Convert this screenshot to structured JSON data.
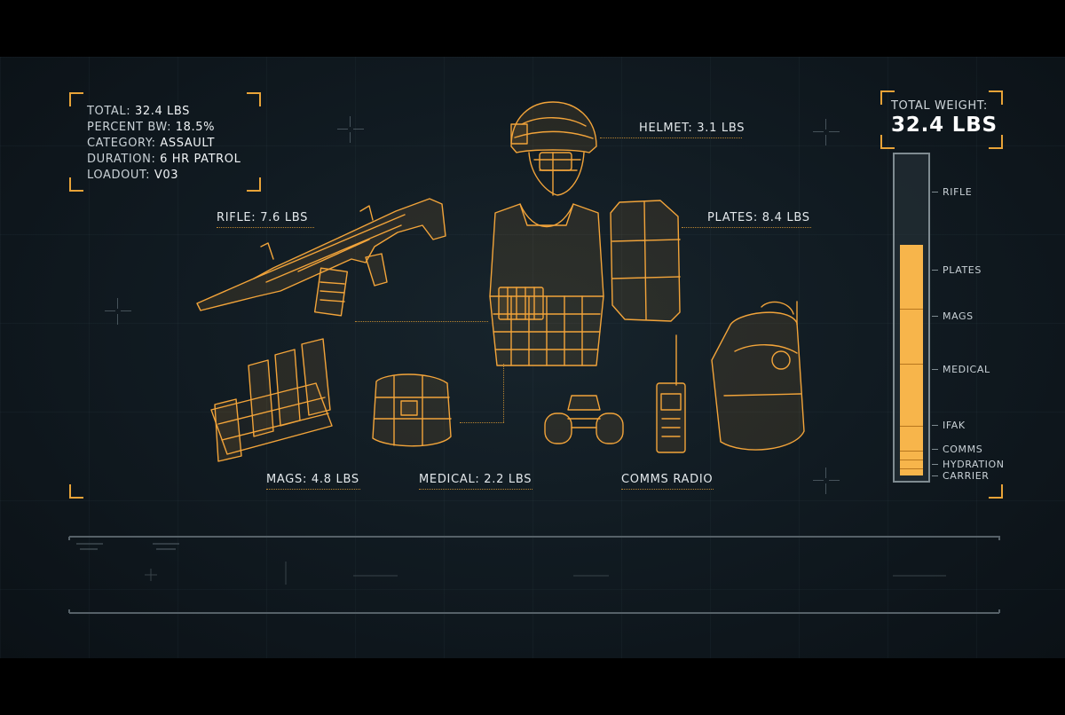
{
  "info": {
    "total_label": "TOTAL:",
    "total_value": "32.4 LBS",
    "percent_label": "PERCENT BW:",
    "percent_value": "18.5%",
    "category_label": "CATEGORY:",
    "category_value": "ASSAULT",
    "duration_label": "DURATION:",
    "duration_value": "6 HR PATROL",
    "loadout_label": "LOADOUT:",
    "loadout_value": "V03"
  },
  "callouts": {
    "helmet": "HELMET: 3.1 LBS",
    "rifle": "RIFLE: 7.6 LBS",
    "plates": "PLATES: 8.4 LBS",
    "mags": "MAGS: 4.8 LBS",
    "medical": "MEDICAL: 2.2 LBS",
    "comms": "COMMS RADIO"
  },
  "total_weight": {
    "label": "TOTAL WEIGHT:",
    "value": "32.4 LBS"
  },
  "gauge": {
    "fill_fraction": 0.73,
    "labels": [
      "RIFLE",
      "PLATES",
      "MAGS",
      "MEDICAL",
      "IFAK",
      "COMMS",
      "HYDRATION",
      "CARRIER"
    ]
  },
  "icons": [
    "helmet-icon",
    "rifle-icon",
    "plate-carrier-icon",
    "armor-plate-icon",
    "magazines-icon",
    "medical-pouch-icon",
    "night-vision-icon",
    "radio-icon",
    "backpack-icon"
  ],
  "colors": {
    "accent": "#f2a43a",
    "gauge_fill": "#f7b54b",
    "background": "#111b22"
  }
}
